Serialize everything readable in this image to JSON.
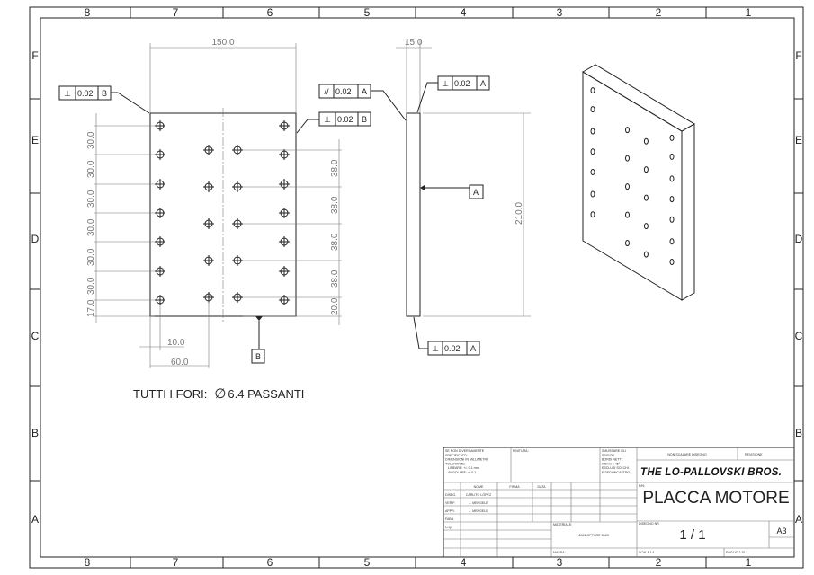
{
  "zones": {
    "columns": [
      "8",
      "7",
      "6",
      "5",
      "4",
      "3",
      "2",
      "1"
    ],
    "rows": [
      "F",
      "E",
      "D",
      "C",
      "B",
      "A"
    ]
  },
  "front_view": {
    "width_dim": "150.0",
    "left_dims": [
      "30.0",
      "30.0",
      "30.0",
      "30.0",
      "30.0",
      "30.0",
      "17.0"
    ],
    "right_dims": [
      "38.0",
      "38.0",
      "38.0",
      "38.0",
      "20.0"
    ],
    "bottom_dims": [
      "10.0",
      "60.0"
    ],
    "datum_b": "B",
    "fcf_top_left": {
      "symbol": "⊥",
      "value": "0.02",
      "datum": "B"
    },
    "fcf_top_right": {
      "symbol": "⊥",
      "value": "0.02",
      "datum": "B"
    }
  },
  "side_view": {
    "thickness_dim": "15.0",
    "height_dim": "210.0",
    "datum_a": "A",
    "fcf_parallel": {
      "symbol": "//",
      "value": "0.02",
      "datum": "A"
    },
    "fcf_top": {
      "symbol": "⊥",
      "value": "0.02",
      "datum": "A"
    },
    "fcf_bottom": {
      "symbol": "⊥",
      "value": "0.02",
      "datum": "A"
    }
  },
  "note": {
    "prefix": "TUTTI I FORI:",
    "symbol": "∅",
    "text": "6.4 PASSANTI"
  },
  "title_block": {
    "general_notes": [
      "SE NON DIVERSAMENTE",
      "SPECIFICATO:",
      "DIMENSIONI IN MILLIMETRI",
      "TOLERANZE:",
      "LINEARE: +/- 0.1 mm",
      "ANGOLARE: +/-0.1"
    ],
    "finitura": "FINITURA:",
    "edges_note": [
      "SMUSSARE GLI",
      "SPIGOLI",
      "BORDI NETTI:",
      "0.5mm x 45°",
      "ESCLUSI SOLCHI",
      "E SEDI INCASTRO"
    ],
    "no_scale": "NON SCALARE DISEGNO",
    "revisione": "REVISIONE",
    "company": "THE LO-PALLOVSKI BROS.",
    "headers": [
      "NOME",
      "FIRMA",
      "DATA"
    ],
    "roles": [
      {
        "role": "DISEG.",
        "name": "CARLITO LÓPEZ"
      },
      {
        "role": "VERIF.",
        "name": "J. MENGELE"
      },
      {
        "role": "APPR.",
        "name": "J. MENGELE"
      },
      {
        "role": "FABB.",
        "name": ""
      },
      {
        "role": "C.Q.",
        "name": ""
      }
    ],
    "part_label": "P/N:",
    "part_name": "PLACCA MOTORE",
    "materiale_label": "MATERIALE:",
    "materiale": "6061 OPPURE 5083",
    "disegno_label": "DISEGNO NR",
    "disegno": "1 / 1",
    "format": "A3",
    "massa": "MASSA:",
    "scala": "SCALA 1:1",
    "foglio": "FOGLIO 1 DI 1"
  }
}
